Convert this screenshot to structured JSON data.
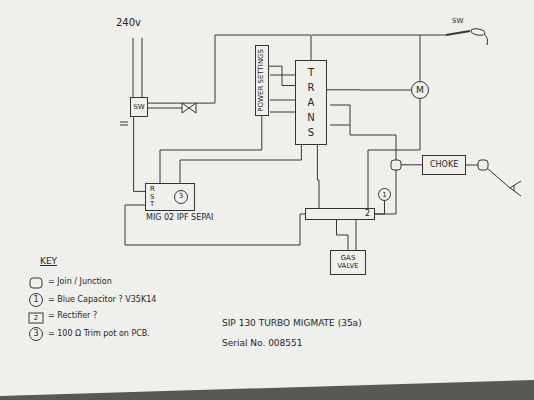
{
  "diagram": {
    "nodes": [
      {
        "text": [
          "SW"
        ]
      },
      {
        "text": [
          "POWER SETTINGS"
        ]
      },
      {
        "text": [
          "TRANS"
        ]
      },
      {
        "text": [
          "M"
        ]
      },
      {
        "text": [
          "R S T",
          "MIG 02 IPF SEPAI"
        ]
      },
      {
        "text": [
          "3"
        ],
        "in": 4
      },
      {
        "text": [
          "2"
        ]
      },
      {
        "text": [
          "1"
        ]
      },
      {
        "text": [
          "CHOKE"
        ]
      },
      {
        "text": [
          "GAS VALVE"
        ]
      }
    ],
    "edges": [
      {
        "from": 0,
        "to": 2,
        "arrow": "none"
      },
      {
        "from": 2,
        "to": 1,
        "arrow": "none"
      },
      {
        "from": 0,
        "to": 4,
        "arrow": "none"
      },
      {
        "from": 4,
        "to": 2,
        "arrow": "none"
      },
      {
        "from": 4,
        "to": 1,
        "arrow": "none"
      },
      {
        "from": 2,
        "to": 6,
        "arrow": "none"
      },
      {
        "from": 6,
        "to": 7,
        "arrow": "none"
      },
      {
        "from": 6,
        "to": 9,
        "arrow": "none"
      },
      {
        "from": 6,
        "to": 8,
        "arrow": "none"
      },
      {
        "from": 3,
        "to": 6,
        "arrow": "none"
      },
      {
        "from": 2,
        "to": 3,
        "arrow": "none"
      }
    ],
    "labels": [
      "240v",
      "SW",
      "KEY",
      "1",
      "2",
      "3",
      "SIP 130 TURBO MIGMATE (35a)",
      "Serial No. 008551"
    ],
    "legend": [
      {
        "text": "= Join / Junction"
      },
      {
        "text": "= Blue Capacitor ? V35K14"
      },
      {
        "text": "= Rectifier ?"
      },
      {
        "text": "= 100 Ω Trim pot on PCB."
      }
    ]
  }
}
